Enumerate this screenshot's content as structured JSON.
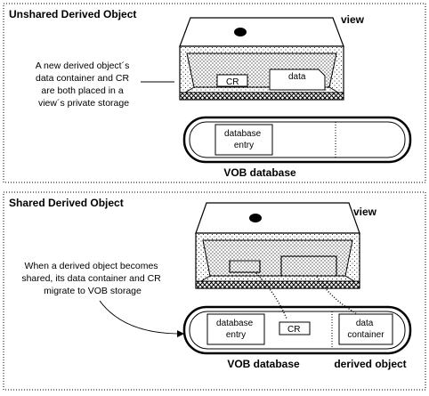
{
  "panels": [
    {
      "title": "Unshared Derived Object",
      "view_label": "view",
      "caption": [
        "A new derived object´s",
        "data container and CR",
        "are both placed in a",
        "view´s private storage"
      ],
      "cr_label": "CR",
      "data_label": "data",
      "db_entry_label": [
        "database",
        "entry"
      ],
      "vob_label": "VOB database"
    },
    {
      "title": "Shared Derived Object",
      "view_label": "view",
      "caption": [
        "When a derived object becomes",
        "shared, its data container and CR",
        "migrate to VOB storage"
      ],
      "cr_label": "CR",
      "db_entry_label": [
        "database",
        "entry"
      ],
      "data_container_label": [
        "data",
        "container"
      ],
      "vob_label": "VOB database",
      "derived_object_label": "derived object"
    }
  ]
}
